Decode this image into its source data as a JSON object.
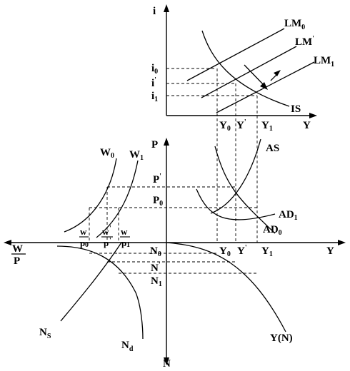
{
  "top_panel": {
    "y_axis_label": "i",
    "x_axis_label": "Y",
    "curves": {
      "lm0": {
        "base": "LM",
        "sub": "0",
        "sup": ""
      },
      "lm_prime": {
        "base": "LM",
        "sub": "",
        "sup": "'"
      },
      "lm1": {
        "base": "LM",
        "sub": "1",
        "sup": ""
      },
      "is": {
        "base": "IS",
        "sub": "",
        "sup": ""
      }
    },
    "i_ticks": [
      {
        "base": "i",
        "sub": "0",
        "sup": ""
      },
      {
        "base": "i",
        "sub": "",
        "sup": "'"
      },
      {
        "base": "i",
        "sub": "1",
        "sup": ""
      }
    ],
    "y_ticks": [
      {
        "base": "Y",
        "sub": "0",
        "sup": ""
      },
      {
        "base": "Y",
        "sub": "",
        "sup": "'"
      },
      {
        "base": "Y",
        "sub": "1",
        "sup": ""
      }
    ]
  },
  "middle_panel": {
    "p_axis_label": "P",
    "y_axis_label": "Y",
    "wp_axis_label": {
      "num": "W",
      "den": "P"
    },
    "p_ticks": [
      {
        "base": "P",
        "sub": "",
        "sup": "'"
      },
      {
        "base": "P",
        "sub": "0",
        "sup": ""
      }
    ],
    "curves": {
      "as": {
        "base": "AS",
        "sub": "",
        "sup": ""
      },
      "ad1": {
        "base": "AD",
        "sub": "1",
        "sup": ""
      },
      "ad0": {
        "base": "AD",
        "sub": "0",
        "sup": ""
      },
      "w0": {
        "base": "W",
        "sub": "0",
        "sup": ""
      },
      "w1": {
        "base": "W",
        "sub": "1",
        "sup": ""
      }
    },
    "y_ticks": [
      {
        "base": "Y",
        "sub": "0",
        "sup": ""
      },
      {
        "base": "Y",
        "sub": "",
        "sup": "'"
      },
      {
        "base": "Y",
        "sub": "1",
        "sup": ""
      }
    ],
    "wage_ticks": [
      {
        "num": "w",
        "den": "p",
        "sub": "0",
        "sup": ""
      },
      {
        "num": "w",
        "den": "p",
        "sub": "",
        "sup": "'"
      },
      {
        "num": "w",
        "den": "p",
        "sub": "1",
        "sup": ""
      }
    ]
  },
  "bottom_panel": {
    "n_axis_label": "N",
    "n_ticks": [
      {
        "base": "N",
        "sub": "0",
        "sup": ""
      },
      {
        "base": "N",
        "sub": "",
        "sup": "'"
      },
      {
        "base": "N",
        "sub": "1",
        "sup": ""
      }
    ],
    "curves": {
      "ns": {
        "base": "N",
        "sub": "S",
        "sup": ""
      },
      "nd": {
        "base": "N",
        "sub": "d",
        "sup": ""
      },
      "production": {
        "base": "Y(N)",
        "sub": "",
        "sup": ""
      }
    }
  }
}
